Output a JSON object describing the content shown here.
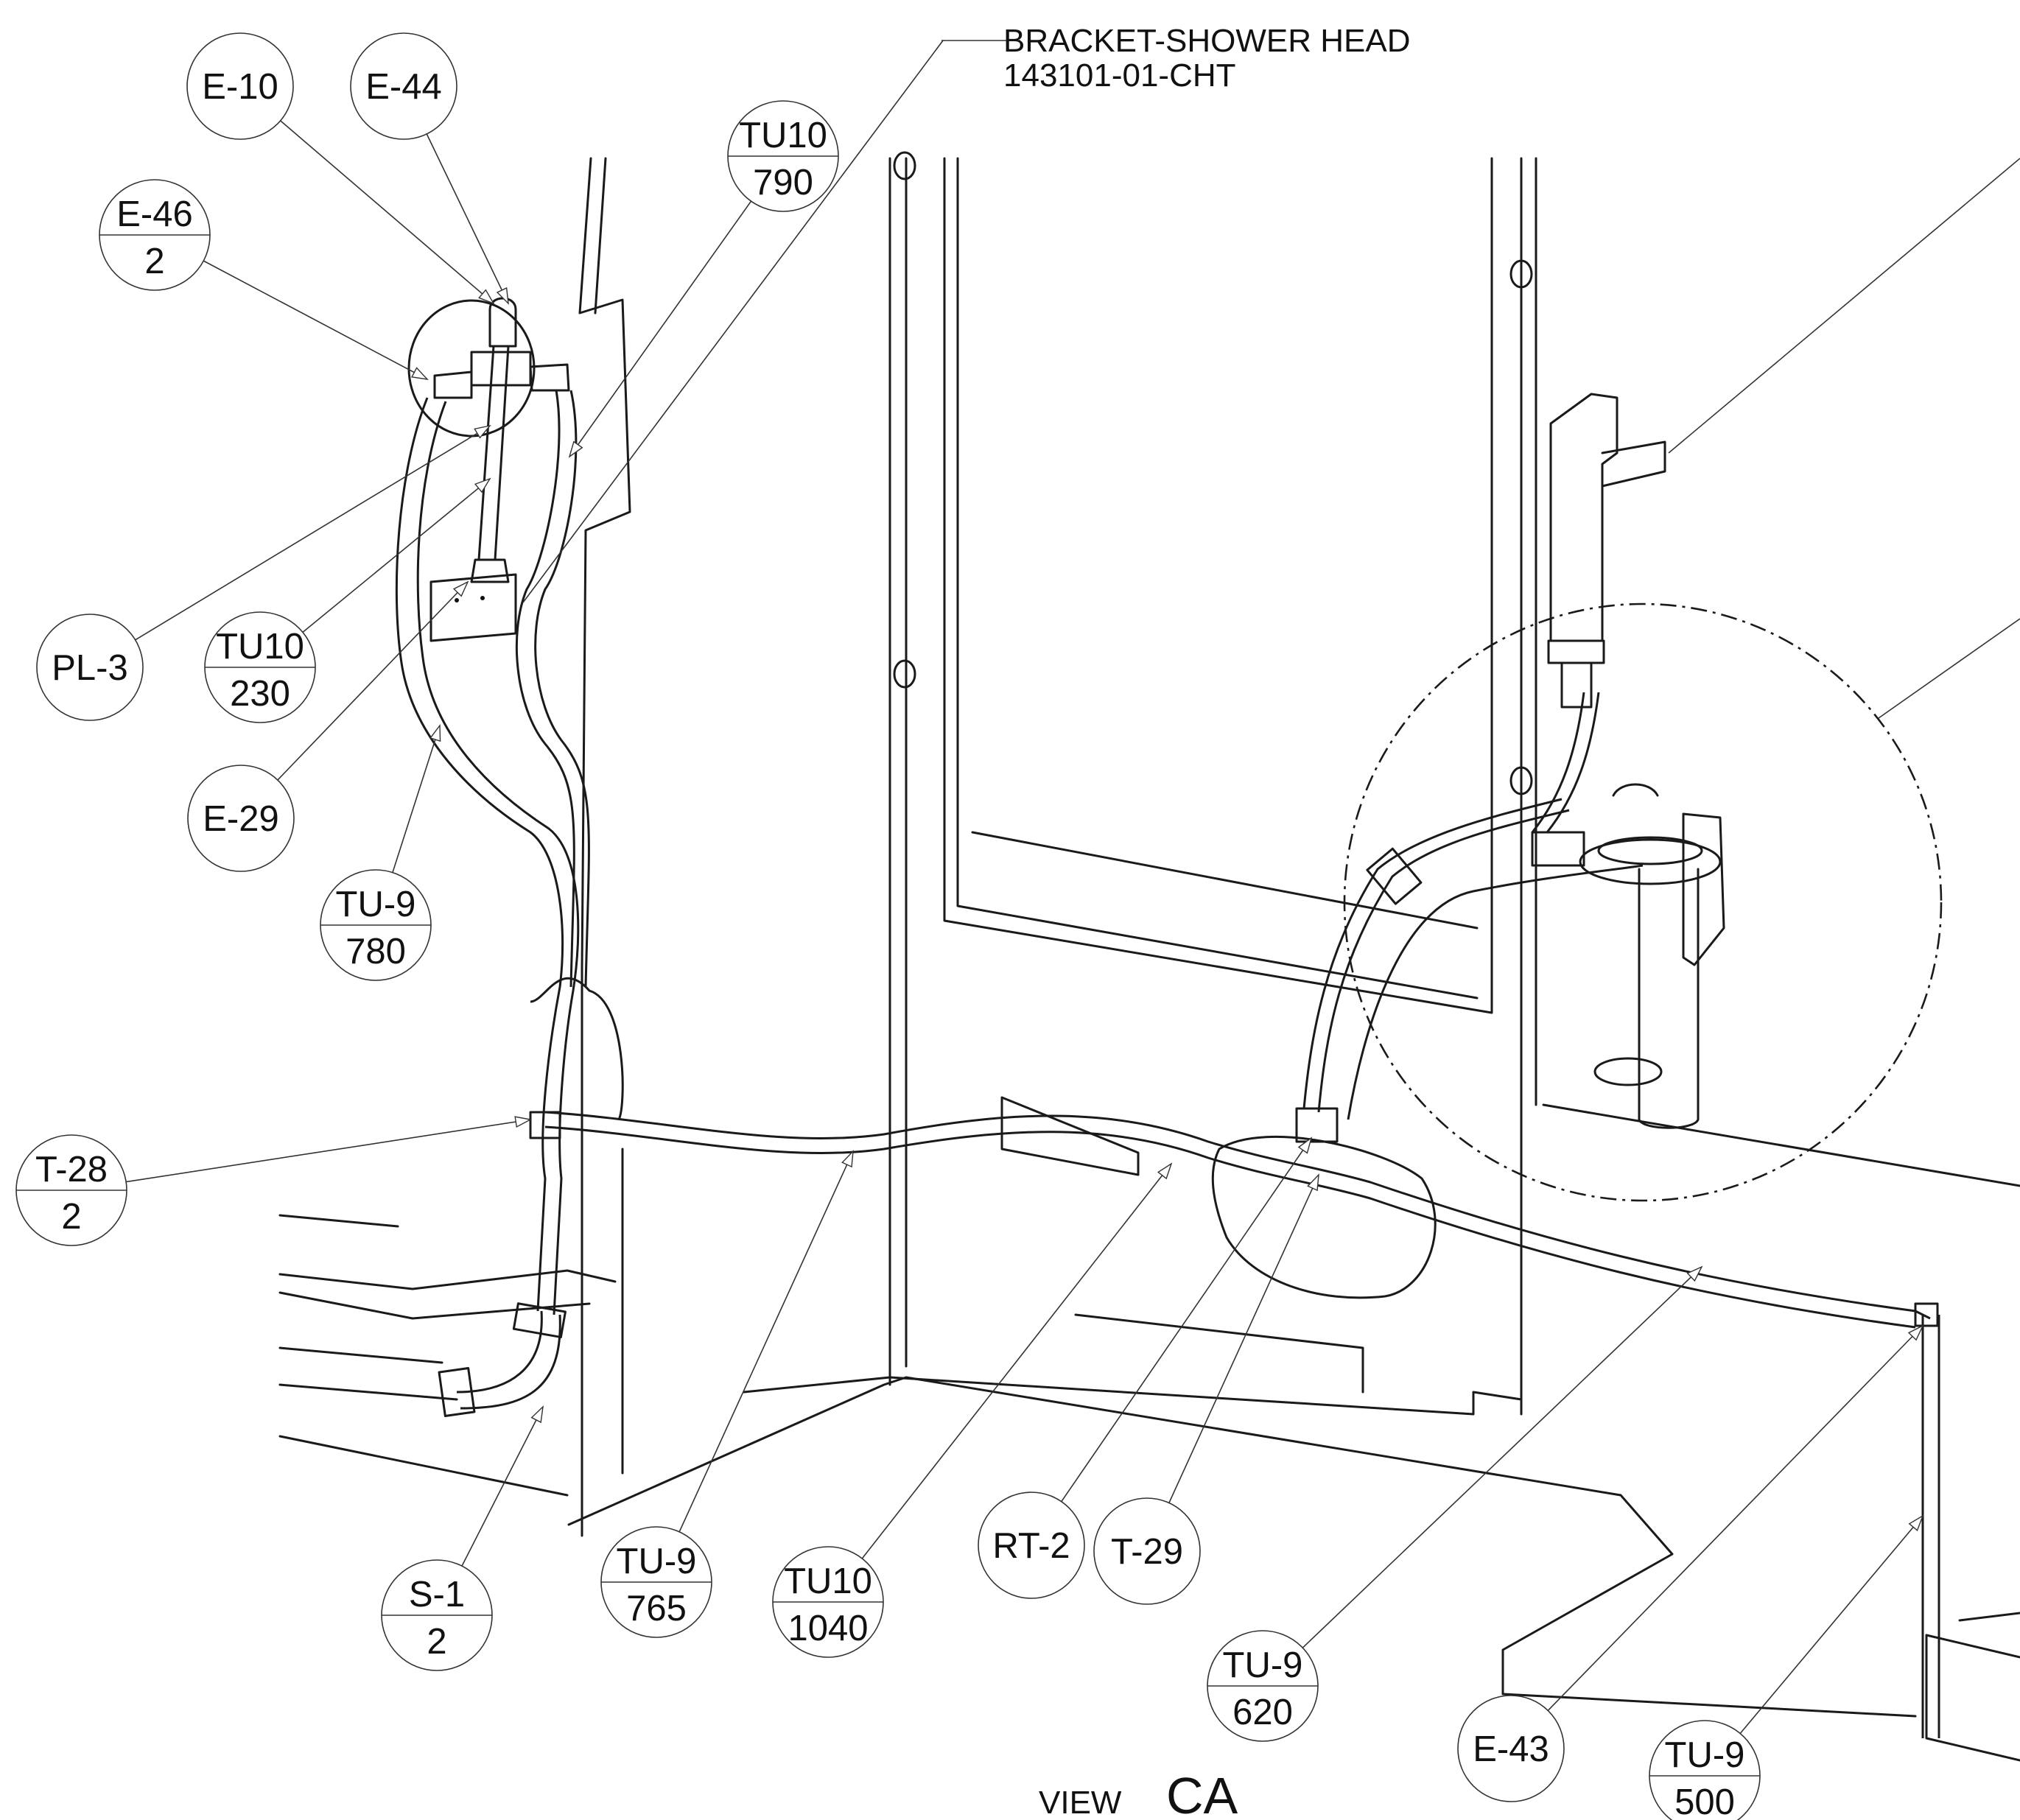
{
  "view_title": {
    "prefix": "VIEW",
    "name": "CA"
  },
  "note": {
    "line1": "BRACKET-SHOWER HEAD",
    "line2": "143101-01-CHT"
  },
  "callouts": [
    {
      "id": "e10",
      "top": "E-10",
      "bottom": ""
    },
    {
      "id": "e44",
      "top": "E-44",
      "bottom": ""
    },
    {
      "id": "e46",
      "top": "E-46",
      "bottom": "2"
    },
    {
      "id": "tu10a",
      "top": "TU10",
      "bottom": "790"
    },
    {
      "id": "pl3",
      "top": "PL-3",
      "bottom": ""
    },
    {
      "id": "tu10b",
      "top": "TU10",
      "bottom": "230"
    },
    {
      "id": "e29",
      "top": "E-29",
      "bottom": ""
    },
    {
      "id": "tu9a",
      "top": "TU-9",
      "bottom": "780"
    },
    {
      "id": "t28",
      "top": "T-28",
      "bottom": "2"
    },
    {
      "id": "s1",
      "top": "S-1",
      "bottom": "2"
    },
    {
      "id": "tu9b",
      "top": "TU-9",
      "bottom": "765"
    },
    {
      "id": "tu10c",
      "top": "TU10",
      "bottom": "1040"
    },
    {
      "id": "rt2",
      "top": "RT-2",
      "bottom": ""
    },
    {
      "id": "t29",
      "top": "T-29",
      "bottom": ""
    },
    {
      "id": "tu9c",
      "top": "TU-9",
      "bottom": "620"
    },
    {
      "id": "e43",
      "top": "E-43",
      "bottom": ""
    },
    {
      "id": "tu9d",
      "top": "TU-9",
      "bottom": "500"
    }
  ]
}
